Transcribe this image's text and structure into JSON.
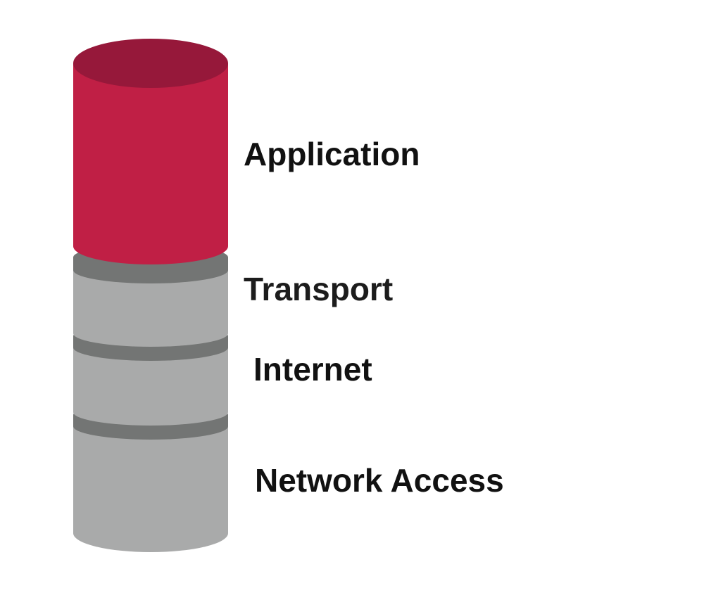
{
  "diagram": {
    "layers": [
      {
        "id": "application",
        "label": "Application",
        "highlighted": true
      },
      {
        "id": "transport",
        "label": "Transport",
        "highlighted": false
      },
      {
        "id": "internet",
        "label": "Internet",
        "highlighted": false
      },
      {
        "id": "network-access",
        "label": "Network Access",
        "highlighted": false
      }
    ],
    "colors": {
      "highlight_body": "#c01f45",
      "highlight_top": "#96183a",
      "layer_body": "#a9aaaa",
      "layer_band": "#737574",
      "label_text": "#111111"
    }
  }
}
